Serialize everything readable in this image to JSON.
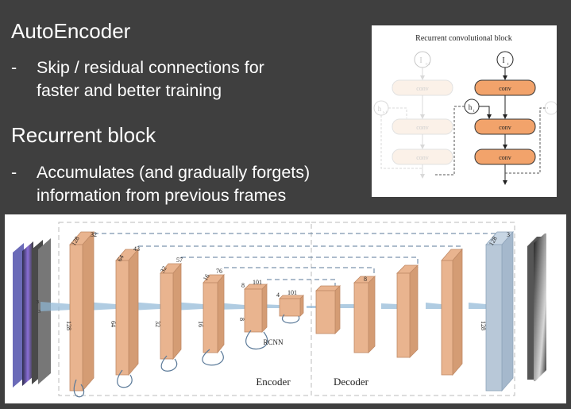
{
  "slide": {
    "heading1": "AutoEncoder",
    "bullet1_line1": "Skip / residual connections for",
    "bullet1_line2": "faster and better training",
    "heading2": "Recurrent block",
    "bullet2_line1": "Accumulates (and gradually forgets)",
    "bullet2_line2": "information from previous frames",
    "dash": "-"
  },
  "rcb": {
    "title": "Recurrent convolutional block",
    "in_prev": "I",
    "in_prev_sub": "t-1",
    "in_cur": "I",
    "in_cur_sub": "t",
    "hidden_prev": "h",
    "hidden_prev_sub": "t-1",
    "hidden_cur": "h",
    "hidden_cur_sub": "t",
    "conv": "conv",
    "colors": {
      "faded": "#f8e6d6",
      "active": "#f2a36b"
    }
  },
  "arch": {
    "encoder_label": "Encoder",
    "decoder_label": "Decoder",
    "rcnn_label": "RCNN",
    "n128a": "128",
    "n32": "32",
    "n128b": "128",
    "n64": "64",
    "n43": "43",
    "n64b": "64",
    "n32b": "32",
    "n57": "57",
    "n32c": "32",
    "n16": "16",
    "n76": "76",
    "n16b": "16",
    "n8": "8",
    "n101": "101",
    "n8b": "8",
    "n4": "4",
    "n101b": "101",
    "n128c": "128",
    "n3": "3",
    "n128d": "128",
    "k3": "3",
    "colors": {
      "block": "#e9b48f",
      "out": "#b8c8d8"
    }
  }
}
